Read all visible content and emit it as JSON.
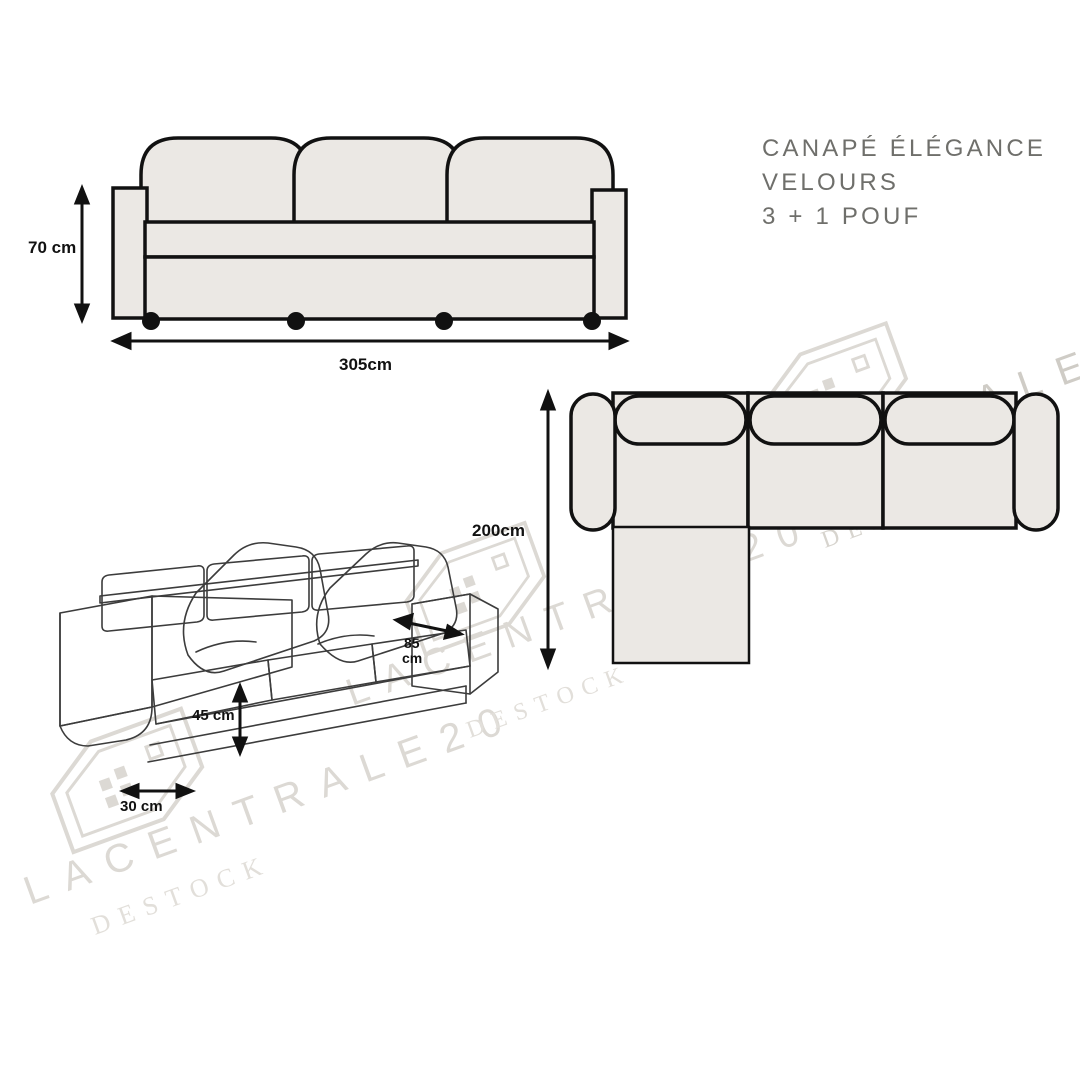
{
  "page": {
    "background_color": "#ffffff",
    "product_title_lines": [
      "CANAPÉ ÉLÉGANCE",
      "VELOURS",
      "3 + 1 POUF"
    ],
    "title_color": "#6f6f6b"
  },
  "colors": {
    "outline": "#111111",
    "fill": "#ebe8e4",
    "sketch_line": "#4a4a4a",
    "watermark": "#d8d5d0",
    "dimension": "#111111"
  },
  "dimensions": {
    "height_front": "70 cm",
    "width_front": "305cm",
    "depth_top": "200cm",
    "seat_height": "45 cm",
    "arm_depth_value": "85",
    "arm_depth_unit": "cm",
    "foot_height": "30 cm"
  },
  "views": {
    "front_elevation": {
      "name": "front-elevation-view",
      "cushion_count": 3,
      "armrest_count": 2,
      "foot_count": 4
    },
    "top_plan": {
      "name": "top-plan-view",
      "seat_module_count": 3,
      "back_cushion_count": 3,
      "armrest_count": 2,
      "pouf_count": 1
    },
    "perspective": {
      "name": "perspective-sketch-view",
      "pillow_count": 2,
      "seat_cushion_count": 3
    }
  },
  "watermark": {
    "brand_line": "LACENTRALE20",
    "sub_line": "DESTOCK",
    "letters_brand": [
      "L",
      "A",
      "C",
      "E",
      "N",
      "T",
      "R",
      "A",
      "L",
      "E",
      "2",
      "0"
    ],
    "letters_sub": [
      "D",
      "E",
      "S",
      "T",
      "O",
      "C",
      "K"
    ]
  }
}
